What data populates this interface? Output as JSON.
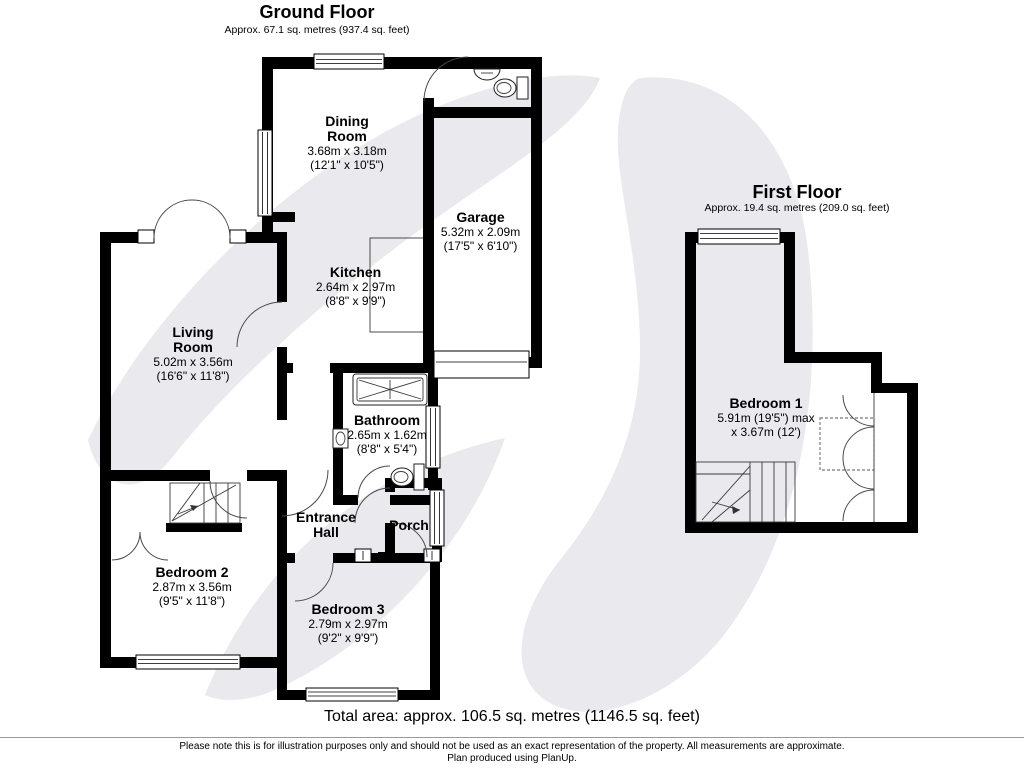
{
  "ground_floor": {
    "title": "Ground Floor",
    "subtitle": "Approx. 67.1 sq. metres (937.4 sq. feet)",
    "rooms": {
      "dining_room": {
        "name": "Dining Room",
        "metric": "3.68m x 3.18m",
        "imperial": "(12'1\" x 10'5\")"
      },
      "garage": {
        "name": "Garage",
        "metric": "5.32m x 2.09m",
        "imperial": "(17'5\" x 6'10\")"
      },
      "kitchen": {
        "name": "Kitchen",
        "metric": "2.64m x 2.97m",
        "imperial": "(8'8\" x 9'9\")"
      },
      "living_room": {
        "name": "Living Room",
        "metric": "5.02m x 3.56m",
        "imperial": "(16'6\" x 11'8\")"
      },
      "bathroom": {
        "name": "Bathroom",
        "metric": "2.65m x 1.62m",
        "imperial": "(8'8\" x 5'4\")"
      },
      "entrance_hall": {
        "name": "Entrance Hall"
      },
      "porch": {
        "name": "Porch"
      },
      "bedroom_2": {
        "name": "Bedroom 2",
        "metric": "2.87m x 3.56m",
        "imperial": "(9'5\" x 11'8\")"
      },
      "bedroom_3": {
        "name": "Bedroom 3",
        "metric": "2.79m x 2.97m",
        "imperial": "(9'2\" x 9'9\")"
      }
    }
  },
  "first_floor": {
    "title": "First Floor",
    "subtitle": "Approx. 19.4 sq. metres (209.0 sq. feet)",
    "rooms": {
      "bedroom_1": {
        "name": "Bedroom 1",
        "metric": "5.91m (19'5\") max",
        "imperial": "x 3.67m (12')"
      }
    }
  },
  "footer": {
    "total_area": "Total area: approx. 106.5 sq. metres (1146.5 sq. feet)",
    "disclaimer": "Please note this is for illustration purposes only and should not be used as an exact representation of the property. All measurements are approximate.",
    "credit": "Plan produced using PlanUp."
  },
  "colors": {
    "wall": "#000000",
    "watermark": "#e9e9ee"
  }
}
